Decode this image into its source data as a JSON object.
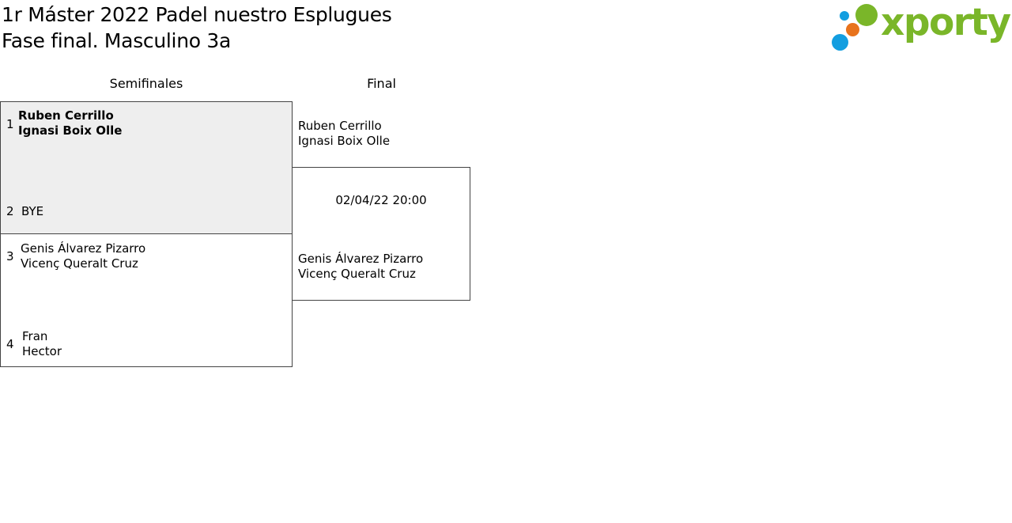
{
  "header": {
    "title_line1": "1r Máster 2022 Padel nuestro Esplugues",
    "title_line2": "Fase final. Masculino 3a"
  },
  "logo": {
    "text": "xporty",
    "colors": {
      "green": "#7ab629",
      "blue": "#139ee0",
      "orange": "#e8731c"
    }
  },
  "rounds": {
    "semifinals": "Semifinales",
    "final": "Final"
  },
  "semifinals": [
    {
      "top": {
        "seed": "1",
        "player1": "Ruben Cerrillo",
        "player2": "Ignasi Boix Olle"
      },
      "bottom": {
        "seed": "2",
        "player1": "BYE",
        "player2": ""
      }
    },
    {
      "top": {
        "seed": "3",
        "player1": "Genis Álvarez Pizarro",
        "player2": "Vicenç Queralt Cruz"
      },
      "bottom": {
        "seed": "4",
        "player1": "Fran",
        "player2": "Hector"
      }
    }
  ],
  "final": {
    "top": {
      "player1": "Ruben Cerrillo",
      "player2": "Ignasi Boix Olle"
    },
    "datetime": "02/04/22 20:00",
    "bottom": {
      "player1": "Genis Álvarez Pizarro",
      "player2": "Vicenç Queralt Cruz"
    }
  }
}
